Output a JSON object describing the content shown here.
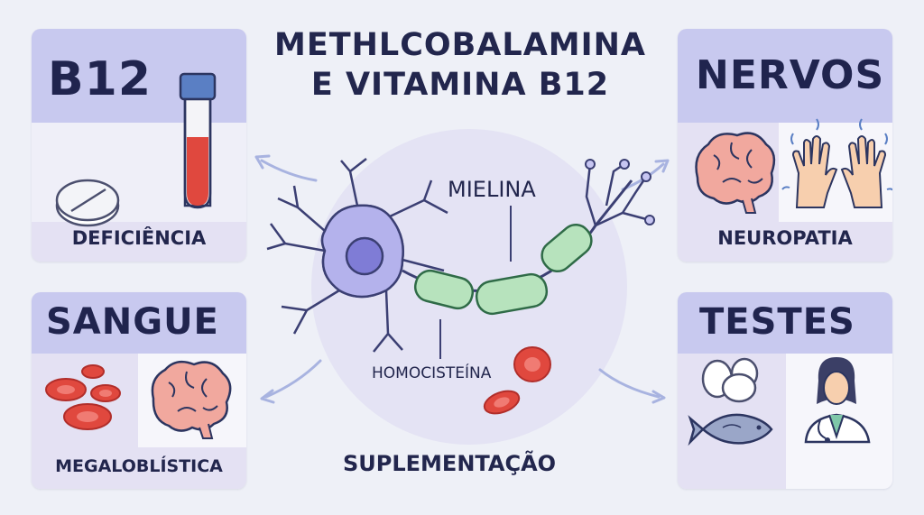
{
  "title_line1": "METHLCOBALAMINA",
  "title_line2": "E VITAMINA B12",
  "cards": {
    "b12": {
      "title": "B12",
      "caption": "DEFICIÊNCIA"
    },
    "nervos": {
      "title": "NERVOS",
      "caption": "NEUROPATIA"
    },
    "sangue": {
      "title": "SANGUE",
      "caption": "MEGALOBLÍSTICA"
    },
    "testes": {
      "title": "TESTES",
      "caption": ""
    }
  },
  "labels": {
    "mielina": "MIELINA",
    "homocisteina": "HOMOCISTEÍNA",
    "suplementacao": "SUPLEMENTAÇÃO"
  },
  "icons": {
    "pill": "pill-icon",
    "test_tube": "test-tube-icon",
    "brain": "brain-icon",
    "hands": "tingling-hands-icon",
    "blood_cells": "red-blood-cells-icon",
    "eggs": "eggs-icon",
    "fish": "fish-icon",
    "doctor": "doctor-icon",
    "neuron": "neuron-icon"
  },
  "colors": {
    "card_header": "#c8c9ef",
    "card_body": "#e4e1f3",
    "text": "#22264d",
    "blood_red": "#e0483e",
    "myelin_green": "#b7e3bd",
    "neuron_purple": "#a9a7e8"
  }
}
